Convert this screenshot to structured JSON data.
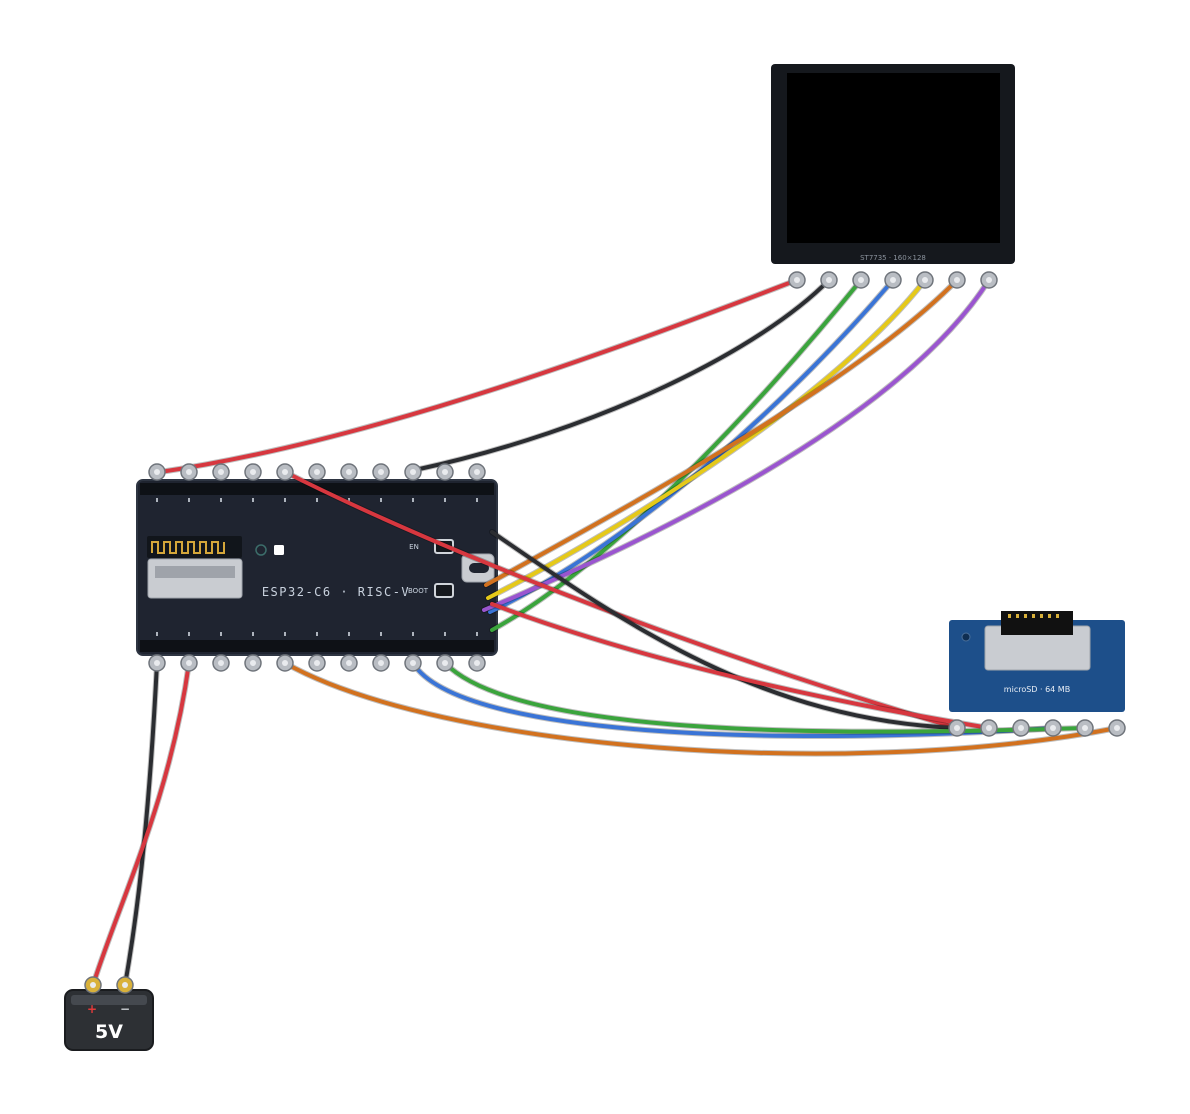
{
  "colors": {
    "wire_red": "#d7373f",
    "wire_black": "#2b2d31",
    "wire_green": "#3aa43c",
    "wire_blue": "#3a74d6",
    "wire_yellow": "#e5c919",
    "wire_orange": "#d2711e",
    "wire_purple": "#9a55cf",
    "board_dark": "#1f2430",
    "sd_blue": "#1d4f8a",
    "pin_gray": "#b9bdc3"
  },
  "components": {
    "esp32": {
      "label": "ESP32-C6 · RISC-V",
      "en_label": "EN",
      "boot_label": "BOOT"
    },
    "display": {
      "label": "ST7735 · 160×128"
    },
    "sd_card": {
      "label": "microSD · 64 MB"
    },
    "battery": {
      "label": "5V",
      "plus": "+",
      "minus": "−"
    }
  },
  "wires": [
    {
      "id": "tft-vcc",
      "color": "wire_red",
      "from": "esp32-top-0",
      "to": "display-pin-0"
    },
    {
      "id": "tft-gnd",
      "color": "wire_black",
      "from": "esp32-top-8",
      "to": "display-pin-1"
    },
    {
      "id": "tft-green",
      "color": "wire_green",
      "from": "esp32-right",
      "to": "display-pin-2"
    },
    {
      "id": "tft-blue",
      "color": "wire_blue",
      "from": "esp32-right",
      "to": "display-pin-3"
    },
    {
      "id": "tft-yellow",
      "color": "wire_yellow",
      "from": "esp32-right",
      "to": "display-pin-4"
    },
    {
      "id": "tft-orange",
      "color": "wire_orange",
      "from": "esp32-right",
      "to": "display-pin-5"
    },
    {
      "id": "tft-purple",
      "color": "wire_purple",
      "from": "esp32-right",
      "to": "display-pin-6"
    },
    {
      "id": "sd-vcc",
      "color": "wire_red",
      "from": "esp32-top-4",
      "to": "sd-pin-0"
    },
    {
      "id": "sd-gnd",
      "color": "wire_black",
      "from": "esp32-right",
      "to": "sd-pin-0"
    },
    {
      "id": "sd-red2",
      "color": "wire_red",
      "from": "esp32-right",
      "to": "sd-pin-1"
    },
    {
      "id": "sd-blue",
      "color": "wire_blue",
      "from": "esp32-bottom-8",
      "to": "sd-pin-3"
    },
    {
      "id": "sd-green",
      "color": "wire_green",
      "from": "esp32-bottom-9",
      "to": "sd-pin-4"
    },
    {
      "id": "sd-orange",
      "color": "wire_orange",
      "from": "esp32-bottom-4",
      "to": "sd-pin-5"
    },
    {
      "id": "bat-gnd",
      "color": "wire_black",
      "from": "esp32-bottom-0",
      "to": "battery-minus"
    },
    {
      "id": "bat-vcc",
      "color": "wire_red",
      "from": "esp32-bottom-1",
      "to": "battery-plus"
    }
  ]
}
